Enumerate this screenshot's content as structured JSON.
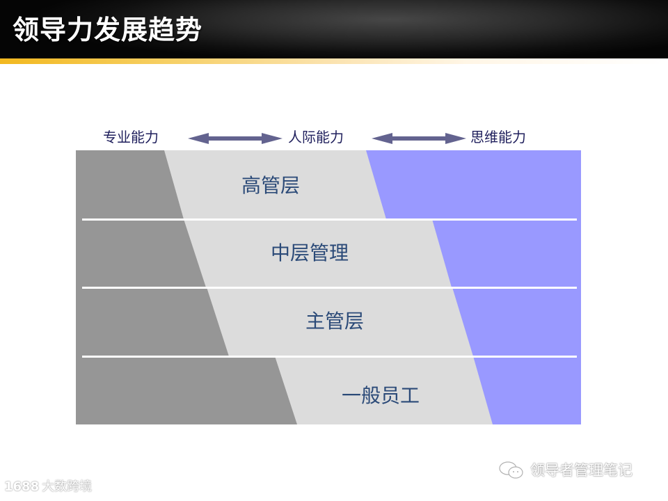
{
  "header": {
    "title": "领导力发展趋势"
  },
  "capabilities": [
    {
      "label": "专业能力",
      "color": "#969696"
    },
    {
      "label": "人际能力",
      "color": "#dcdcdc"
    },
    {
      "label": "思维能力",
      "color": "#9999ff"
    }
  ],
  "arrows": [
    {
      "name": "professional-to-interpersonal",
      "color": "#63638f"
    },
    {
      "name": "interpersonal-to-thinking",
      "color": "#63638f"
    }
  ],
  "levels": [
    {
      "label": "高管层"
    },
    {
      "label": "中层管理"
    },
    {
      "label": "主管层"
    },
    {
      "label": "一般员工"
    }
  ],
  "colors": {
    "text_label": "#2b4a78",
    "cap_text": "#1f1f5c",
    "accent_bar": "#f2b81f"
  },
  "watermarks": {
    "left": {
      "logo": "1688",
      "text": "大数跨境"
    },
    "right": {
      "text": "领导者管理笔记"
    }
  }
}
